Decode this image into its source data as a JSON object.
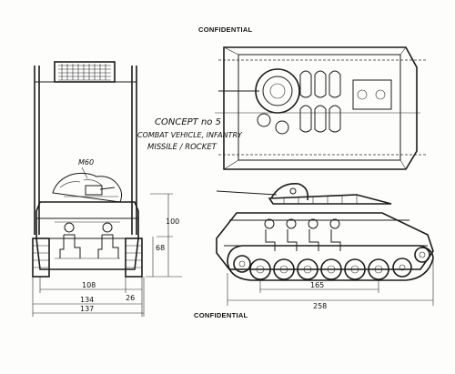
{
  "stamps": {
    "top": "CONFIDENTIAL",
    "bottom": "CONFIDENTIAL"
  },
  "concept": {
    "line1": "CONCEPT no 5",
    "line2": "COMBAT VEHICLE, INFANTRY",
    "line3": "MISSILE / ROCKET"
  },
  "front_view": {
    "weapon_label": "M60",
    "dim_height_total": "100",
    "dim_height_hull": "68",
    "dim_width_inner": "108",
    "dim_width_track": "26",
    "dim_width_a": "134",
    "dim_width_b": "137"
  },
  "side_view": {
    "dim_wheelbase": "165",
    "dim_length": "258"
  }
}
